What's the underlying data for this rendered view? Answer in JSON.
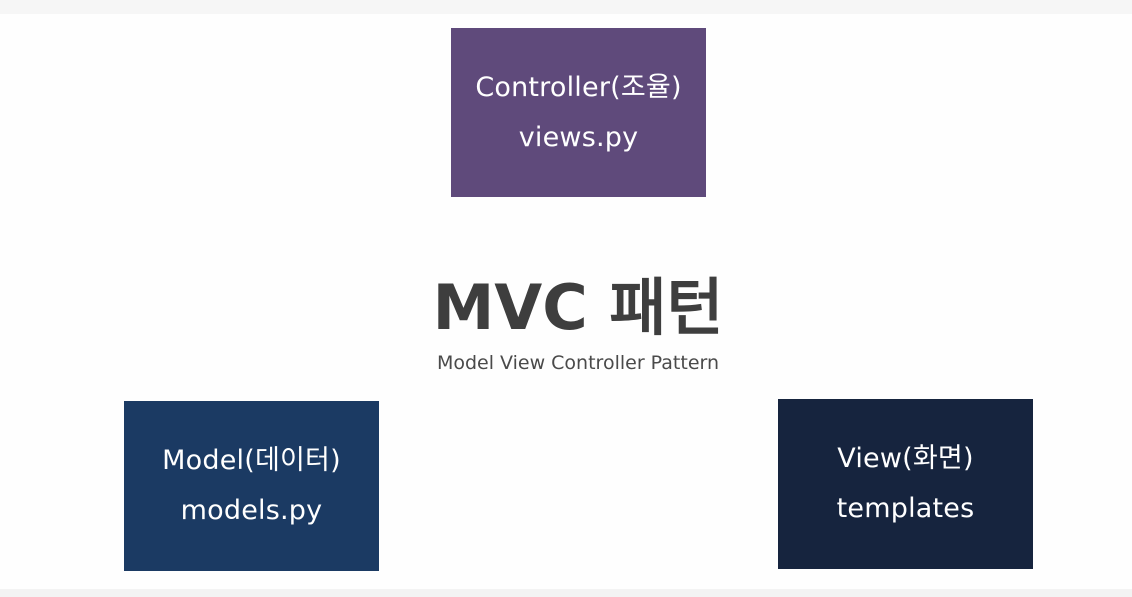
{
  "title": "MVC 패턴",
  "subtitle": "Model View Controller Pattern",
  "boxes": {
    "controller": {
      "line1": "Controller(조율)",
      "line2": "views.py",
      "color": "#5f4a7b"
    },
    "model": {
      "line1": "Model(데이터)",
      "line2": "models.py",
      "color": "#1b3a63"
    },
    "view": {
      "line1": "View(화면)",
      "line2": "templates",
      "color": "#16243e"
    }
  }
}
